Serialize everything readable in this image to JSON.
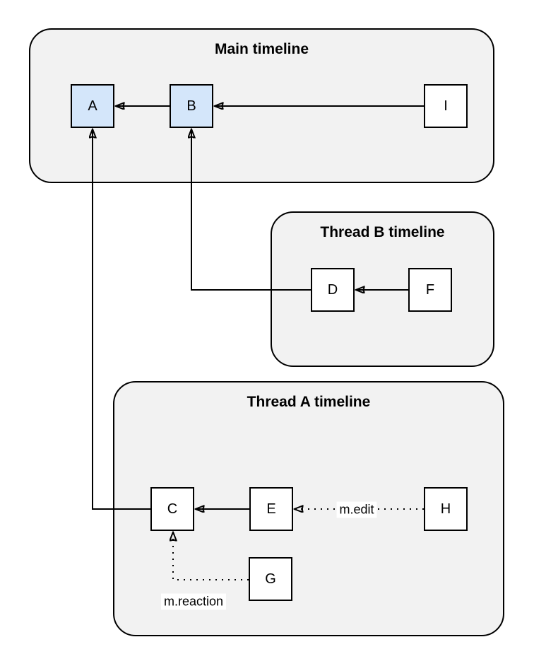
{
  "colors": {
    "page_bg": "#ffffff",
    "container_fill": "#f2f2f2",
    "container_border": "#000000",
    "title_color": "#000000",
    "node_fill": "#ffffff",
    "node_highlight_fill": "#d4e6fa",
    "node_border": "#000000",
    "edge_color": "#000000",
    "label_bg": "#ffffff"
  },
  "diagram": {
    "containers": [
      {
        "id": "main",
        "title": "Main timeline"
      },
      {
        "id": "thread-b",
        "title": "Thread B timeline"
      },
      {
        "id": "thread-a",
        "title": "Thread A timeline"
      }
    ],
    "nodes": [
      {
        "id": "A",
        "label": "A",
        "highlight": true,
        "container": "main"
      },
      {
        "id": "B",
        "label": "B",
        "highlight": true,
        "container": "main"
      },
      {
        "id": "I",
        "label": "I",
        "highlight": false,
        "container": "main"
      },
      {
        "id": "D",
        "label": "D",
        "highlight": false,
        "container": "thread-b"
      },
      {
        "id": "F",
        "label": "F",
        "highlight": false,
        "container": "thread-b"
      },
      {
        "id": "C",
        "label": "C",
        "highlight": false,
        "container": "thread-a"
      },
      {
        "id": "E",
        "label": "E",
        "highlight": false,
        "container": "thread-a"
      },
      {
        "id": "H",
        "label": "H",
        "highlight": false,
        "container": "thread-a"
      },
      {
        "id": "G",
        "label": "G",
        "highlight": false,
        "container": "thread-a"
      }
    ],
    "edges": [
      {
        "from": "B",
        "to": "A",
        "style": "solid",
        "label": ""
      },
      {
        "from": "I",
        "to": "B",
        "style": "solid",
        "label": ""
      },
      {
        "from": "F",
        "to": "D",
        "style": "solid",
        "label": ""
      },
      {
        "from": "D",
        "to": "B",
        "style": "solid",
        "label": ""
      },
      {
        "from": "E",
        "to": "C",
        "style": "solid",
        "label": ""
      },
      {
        "from": "C",
        "to": "A",
        "style": "solid",
        "label": ""
      },
      {
        "from": "H",
        "to": "E",
        "style": "dotted",
        "label": "m.edit"
      },
      {
        "from": "G",
        "to": "C",
        "style": "dotted",
        "label": "m.reaction"
      }
    ]
  }
}
